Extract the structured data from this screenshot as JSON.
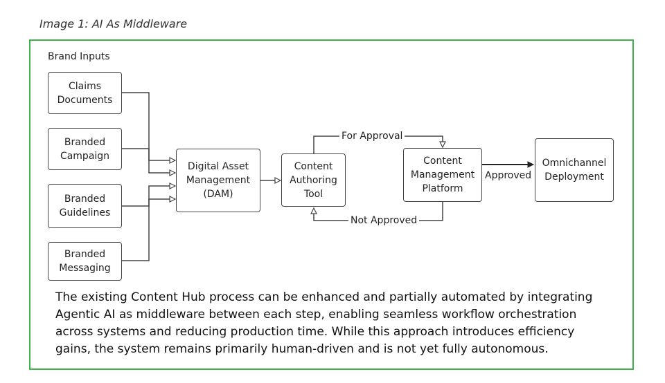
{
  "caption": "Image 1: AI As Middleware",
  "brand_inputs_label": "Brand Inputs",
  "nodes": {
    "claims": "Claims\nDocuments",
    "campaign": "Branded\nCampaign",
    "guidelines": "Branded\nGuidelines",
    "messaging": "Branded\nMessaging",
    "dam": "Digital Asset\nManagement\n(DAM)",
    "authoring": "Content\nAuthoring\nTool",
    "cmp": "Content\nManagement\nPlatform",
    "omni": "Omnichannel\nDeployment"
  },
  "edges": {
    "for_approval": "For Approval",
    "not_approved": "Not Approved",
    "approved": "Approved"
  },
  "description": "The existing Content Hub process can be enhanced and partially automated by integrating Agentic AI as middleware between each step, enabling seamless workflow orchestration across systems and reducing production time. While this approach introduces efficiency gains, the system remains primarily human-driven and is not yet fully autonomous.",
  "colors": {
    "frame": "#3bb54a",
    "lines": "#444444"
  }
}
